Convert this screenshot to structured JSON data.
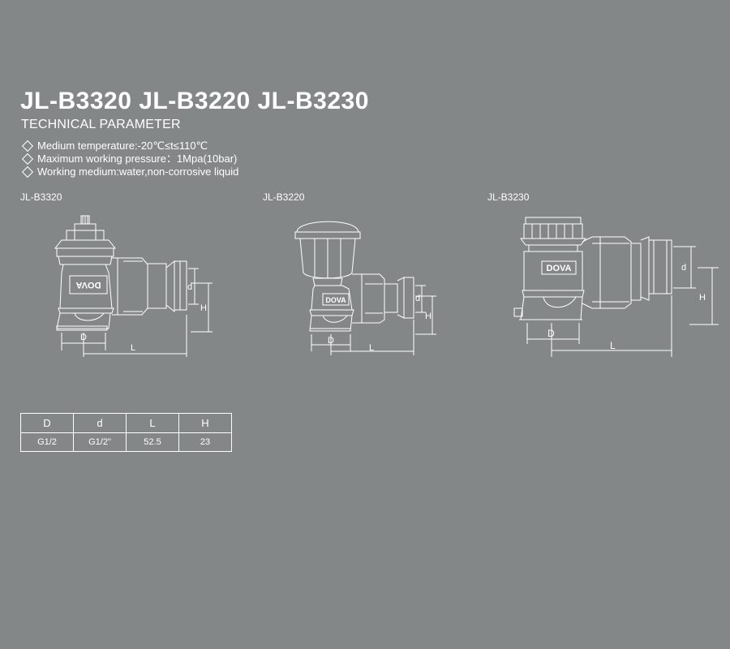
{
  "header": {
    "title": "JL-B3320 JL-B3220 JL-B3230",
    "subtitle": "TECHNICAL PARAMETER"
  },
  "specs": [
    "Medium temperature:-20℃≤t≤110℃",
    "Maximum working pressure：1Mpa(10bar)",
    "Working medium:water,non-corrosive liquid"
  ],
  "models": [
    {
      "name": "JL-B3320",
      "brand": "DOVA",
      "dims": {
        "D": "D",
        "d": "d",
        "L": "L",
        "H": "H"
      }
    },
    {
      "name": "JL-B3220",
      "brand": "DOVA",
      "dims": {
        "D": "D",
        "d": "d",
        "L": "L",
        "H": "H"
      }
    },
    {
      "name": "JL-B3230",
      "brand": "DOVA",
      "dims": {
        "D": "D",
        "d": "d",
        "L": "L",
        "H": "H"
      }
    }
  ],
  "table": {
    "headers": [
      "D",
      "d",
      "L",
      "H"
    ],
    "rows": [
      [
        "G1/2",
        "G1/2\"",
        "52.5",
        "23"
      ]
    ]
  },
  "colors": {
    "background": "#848788",
    "line": "#ffffff"
  }
}
